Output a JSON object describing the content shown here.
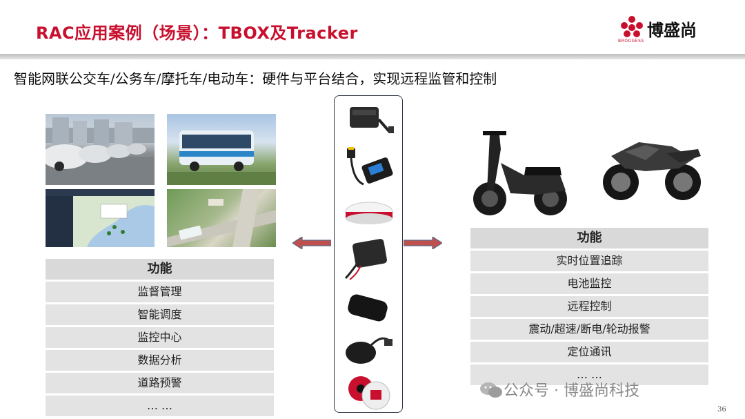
{
  "slide": {
    "title": "RAC应用案例（场景）：TBOX及Tracker",
    "subtitle": "智能网联公交车/公务车/摩托车/电动车：硬件与平台结合，实现远程监管和控制",
    "page_number": "36"
  },
  "logo": {
    "name": "博盛尚",
    "tagline": "BRODGESS",
    "color": "#c8102e"
  },
  "left_functions": {
    "header": "功能",
    "items": [
      "监督管理",
      "智能调度",
      "监控中心",
      "数据分析",
      "道路预警",
      "… …"
    ]
  },
  "right_functions": {
    "header": "功能",
    "items": [
      "实时位置追踪",
      "电池监控",
      "远程控制",
      "震动/超速/断电/轮动报警",
      "定位通讯",
      "… …"
    ]
  },
  "watermark": {
    "text": "公众号 · 博盛尚科技"
  },
  "colors": {
    "title_red": "#c8102e",
    "arrow_red": "#c0504d",
    "panel_border": "#333a45",
    "row_gray": "#e3e3e3"
  }
}
